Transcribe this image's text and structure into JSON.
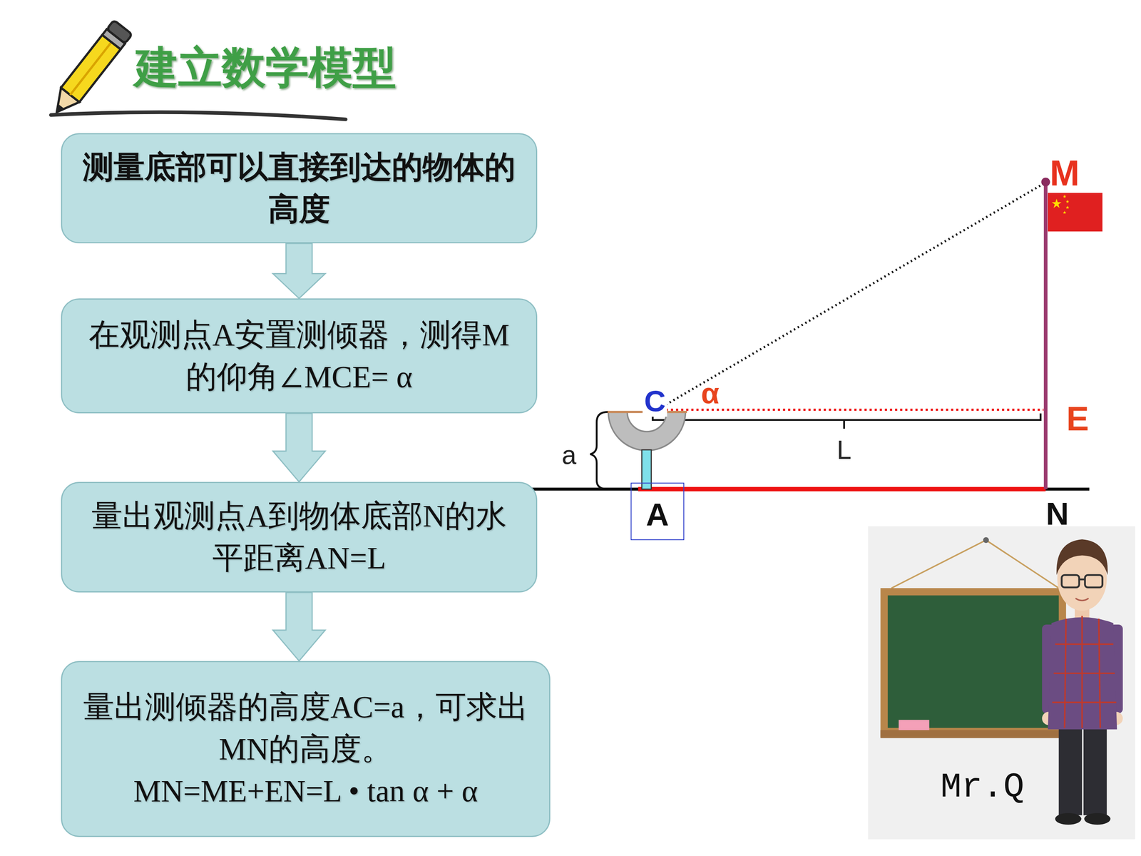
{
  "diagram": {
    "title": "建立数学模型",
    "nodes": [
      {
        "text": [
          "测量底部可以直接到达的物体的高度"
        ]
      },
      {
        "text": [
          "在观测点A安置测倾器，测得M的仰角∠MCE= α"
        ]
      },
      {
        "text": [
          "量出观测点A到物体底部N的水平距离AN=L"
        ]
      },
      {
        "text": [
          "量出测倾器的高度AC=a，可求出MN的高度。",
          "MN=ME+EN=L • tan α + α"
        ]
      },
      {
        "text": [
          "A"
        ]
      }
    ],
    "edges": [
      {
        "from": 0,
        "to": 1,
        "arrow": "to"
      },
      {
        "from": 1,
        "to": 2,
        "arrow": "to"
      },
      {
        "from": 2,
        "to": 3,
        "arrow": "to"
      }
    ],
    "labels": [
      "M",
      "α",
      "C",
      "E",
      "a",
      "L",
      "N",
      "Mr.Q"
    ]
  }
}
